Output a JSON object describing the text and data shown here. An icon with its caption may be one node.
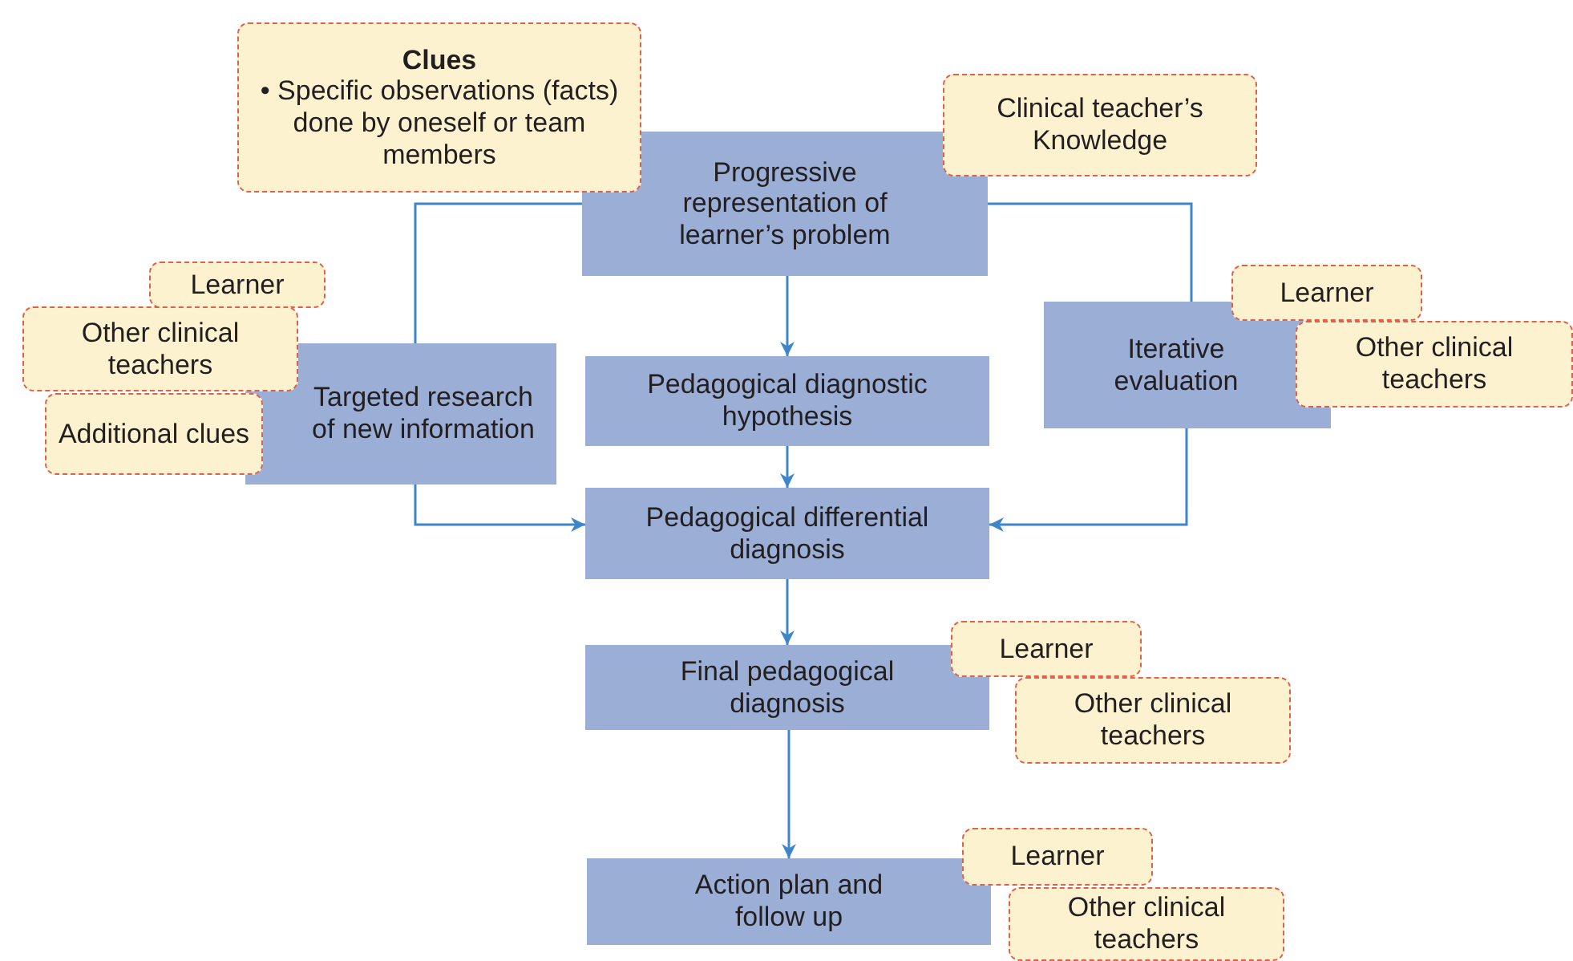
{
  "diagram": {
    "nodes": [
      {
        "text": [
          "Clues",
          "• Specific observations (facts) done by oneself or team members"
        ]
      },
      {
        "text": [
          "Progressive representation of learner’s problem"
        ]
      },
      {
        "text": [
          "Clinical teacher’s Knowledge"
        ]
      },
      {
        "text": [
          "Learner"
        ]
      },
      {
        "text": [
          "Other clinical teachers"
        ]
      },
      {
        "text": [
          "Targeted research of new information"
        ]
      },
      {
        "text": [
          "Additional clues"
        ]
      },
      {
        "text": [
          "Pedagogical diagnostic hypothesis"
        ]
      },
      {
        "text": [
          "Learner"
        ]
      },
      {
        "text": [
          "Iterative evaluation"
        ]
      },
      {
        "text": [
          "Other clinical teachers"
        ]
      },
      {
        "text": [
          "Pedagogical differential diagnosis"
        ]
      },
      {
        "text": [
          "Learner"
        ]
      },
      {
        "text": [
          "Final pedagogical diagnosis"
        ]
      },
      {
        "text": [
          "Other clinical teachers"
        ]
      },
      {
        "text": [
          "Learner"
        ]
      },
      {
        "text": [
          "Action plan and follow up"
        ]
      },
      {
        "text": [
          "Other clinical teachers"
        ]
      }
    ],
    "edges": [
      {
        "from": 1,
        "to": 7,
        "arrow": "to"
      },
      {
        "from": 7,
        "to": 11,
        "arrow": "to"
      },
      {
        "from": 11,
        "to": 13,
        "arrow": "to"
      },
      {
        "from": 13,
        "to": 16,
        "arrow": "to"
      },
      {
        "from": 1,
        "to": 5,
        "arrow": "none"
      },
      {
        "from": 5,
        "to": 11,
        "arrow": "to"
      },
      {
        "from": 1,
        "to": 9,
        "arrow": "none"
      },
      {
        "from": 9,
        "to": 11,
        "arrow": "to"
      }
    ]
  }
}
